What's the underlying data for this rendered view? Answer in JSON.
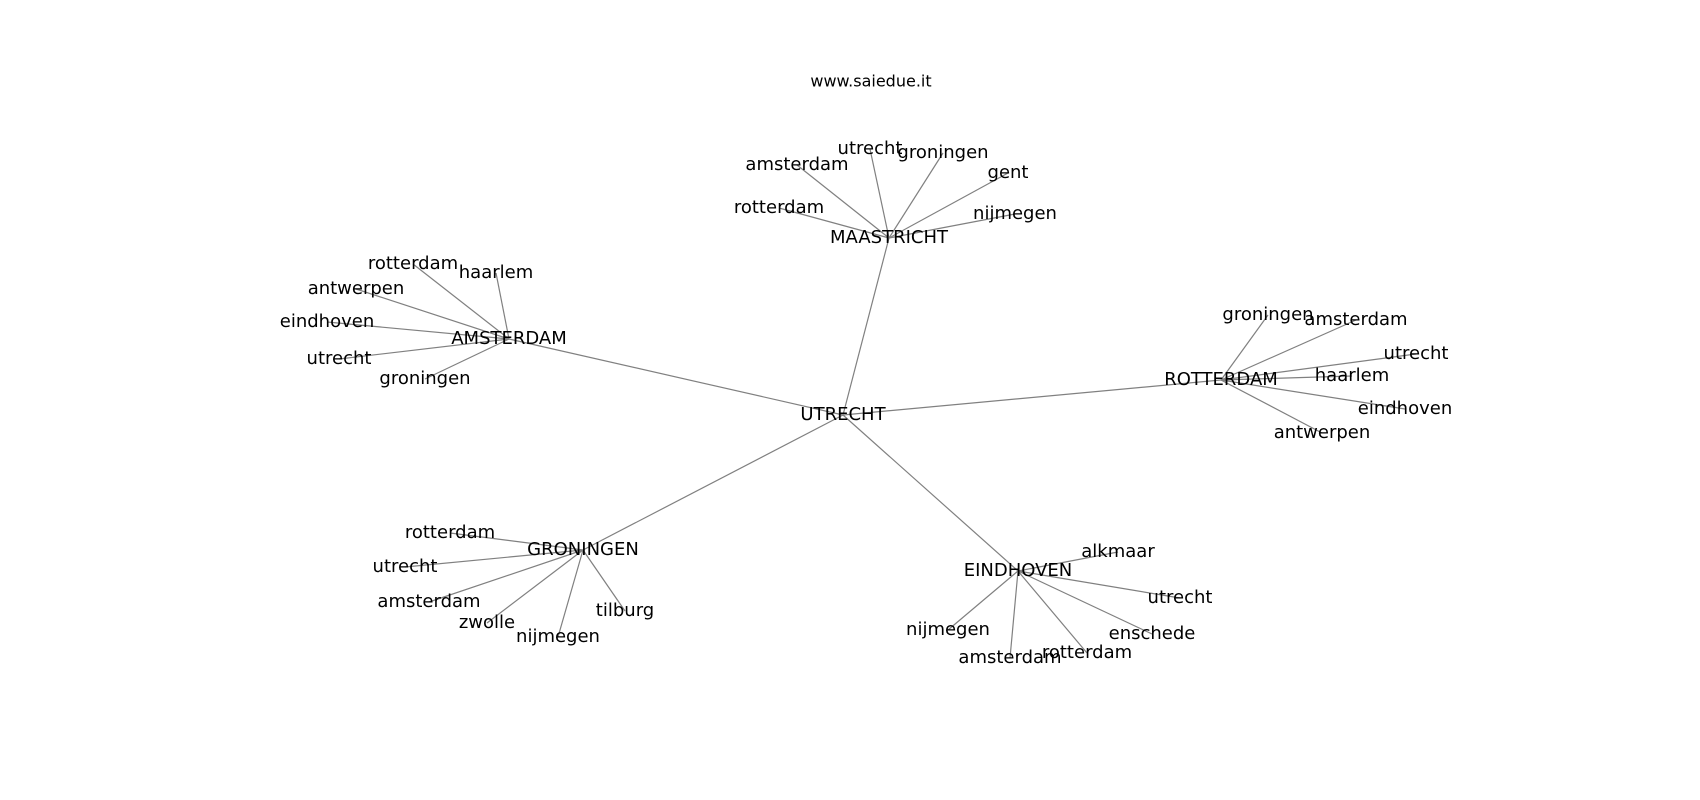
{
  "watermark": "www.saiedue.it",
  "colors": {
    "edge": "#808080",
    "text": "#000000",
    "background": "#ffffff"
  },
  "graph": {
    "nodes": [
      {
        "id": "utrecht_hub",
        "label": "UTRECHT",
        "kind": "hub"
      },
      {
        "id": "maastricht",
        "label": "MAASTRICHT",
        "kind": "hub"
      },
      {
        "id": "amsterdam",
        "label": "AMSTERDAM",
        "kind": "hub"
      },
      {
        "id": "rotterdam",
        "label": "ROTTERDAM",
        "kind": "hub"
      },
      {
        "id": "groningen",
        "label": "GRONINGEN",
        "kind": "hub"
      },
      {
        "id": "eindhoven",
        "label": "EINDHOVEN",
        "kind": "hub"
      },
      {
        "id": "m_utrecht",
        "label": "utrecht",
        "kind": "leaf"
      },
      {
        "id": "m_groningen",
        "label": "groningen",
        "kind": "leaf"
      },
      {
        "id": "m_amsterdam",
        "label": "amsterdam",
        "kind": "leaf"
      },
      {
        "id": "m_gent",
        "label": "gent",
        "kind": "leaf"
      },
      {
        "id": "m_rotterdam",
        "label": "rotterdam",
        "kind": "leaf"
      },
      {
        "id": "m_nijmegen",
        "label": "nijmegen",
        "kind": "leaf"
      },
      {
        "id": "a_rotterdam",
        "label": "rotterdam",
        "kind": "leaf"
      },
      {
        "id": "a_haarlem",
        "label": "haarlem",
        "kind": "leaf"
      },
      {
        "id": "a_antwerpen",
        "label": "antwerpen",
        "kind": "leaf"
      },
      {
        "id": "a_eindhoven",
        "label": "eindhoven",
        "kind": "leaf"
      },
      {
        "id": "a_utrecht",
        "label": "utrecht",
        "kind": "leaf"
      },
      {
        "id": "a_groningen",
        "label": "groningen",
        "kind": "leaf"
      },
      {
        "id": "r_groningen",
        "label": "groningen",
        "kind": "leaf"
      },
      {
        "id": "r_amsterdam",
        "label": "amsterdam",
        "kind": "leaf"
      },
      {
        "id": "r_utrecht",
        "label": "utrecht",
        "kind": "leaf"
      },
      {
        "id": "r_haarlem",
        "label": "haarlem",
        "kind": "leaf"
      },
      {
        "id": "r_eindhoven",
        "label": "eindhoven",
        "kind": "leaf"
      },
      {
        "id": "r_antwerpen",
        "label": "antwerpen",
        "kind": "leaf"
      },
      {
        "id": "g_rotterdam",
        "label": "rotterdam",
        "kind": "leaf"
      },
      {
        "id": "g_utrecht",
        "label": "utrecht",
        "kind": "leaf"
      },
      {
        "id": "g_amsterdam",
        "label": "amsterdam",
        "kind": "leaf"
      },
      {
        "id": "g_zwolle",
        "label": "zwolle",
        "kind": "leaf"
      },
      {
        "id": "g_nijmegen",
        "label": "nijmegen",
        "kind": "leaf"
      },
      {
        "id": "g_tilburg",
        "label": "tilburg",
        "kind": "leaf"
      },
      {
        "id": "e_alkmaar",
        "label": "alkmaar",
        "kind": "leaf"
      },
      {
        "id": "e_utrecht",
        "label": "utrecht",
        "kind": "leaf"
      },
      {
        "id": "e_enschede",
        "label": "enschede",
        "kind": "leaf"
      },
      {
        "id": "e_rotterdam",
        "label": "rotterdam",
        "kind": "leaf"
      },
      {
        "id": "e_amsterdam",
        "label": "amsterdam",
        "kind": "leaf"
      },
      {
        "id": "e_nijmegen",
        "label": "nijmegen",
        "kind": "leaf"
      }
    ],
    "edges": [
      [
        "utrecht_hub",
        "maastricht"
      ],
      [
        "utrecht_hub",
        "amsterdam"
      ],
      [
        "utrecht_hub",
        "rotterdam"
      ],
      [
        "utrecht_hub",
        "groningen"
      ],
      [
        "utrecht_hub",
        "eindhoven"
      ],
      [
        "maastricht",
        "m_utrecht"
      ],
      [
        "maastricht",
        "m_groningen"
      ],
      [
        "maastricht",
        "m_amsterdam"
      ],
      [
        "maastricht",
        "m_gent"
      ],
      [
        "maastricht",
        "m_rotterdam"
      ],
      [
        "maastricht",
        "m_nijmegen"
      ],
      [
        "amsterdam",
        "a_rotterdam"
      ],
      [
        "amsterdam",
        "a_haarlem"
      ],
      [
        "amsterdam",
        "a_antwerpen"
      ],
      [
        "amsterdam",
        "a_eindhoven"
      ],
      [
        "amsterdam",
        "a_utrecht"
      ],
      [
        "amsterdam",
        "a_groningen"
      ],
      [
        "rotterdam",
        "r_groningen"
      ],
      [
        "rotterdam",
        "r_amsterdam"
      ],
      [
        "rotterdam",
        "r_utrecht"
      ],
      [
        "rotterdam",
        "r_haarlem"
      ],
      [
        "rotterdam",
        "r_eindhoven"
      ],
      [
        "rotterdam",
        "r_antwerpen"
      ],
      [
        "groningen",
        "g_rotterdam"
      ],
      [
        "groningen",
        "g_utrecht"
      ],
      [
        "groningen",
        "g_amsterdam"
      ],
      [
        "groningen",
        "g_zwolle"
      ],
      [
        "groningen",
        "g_nijmegen"
      ],
      [
        "groningen",
        "g_tilburg"
      ],
      [
        "eindhoven",
        "e_alkmaar"
      ],
      [
        "eindhoven",
        "e_utrecht"
      ],
      [
        "eindhoven",
        "e_enschede"
      ],
      [
        "eindhoven",
        "e_rotterdam"
      ],
      [
        "eindhoven",
        "e_amsterdam"
      ],
      [
        "eindhoven",
        "e_nijmegen"
      ]
    ]
  }
}
